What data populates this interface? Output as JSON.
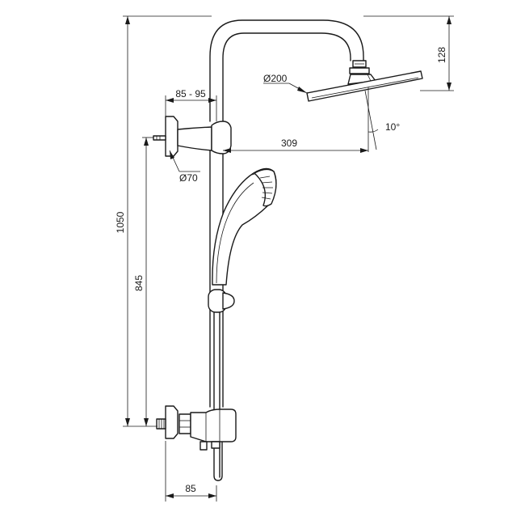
{
  "dimensions": {
    "total_height": "1050",
    "inlet_height": "845",
    "arm_height": "128",
    "head_diameter": "Ø200",
    "tilt_angle": "10°",
    "arm_reach": "309",
    "bracket_offset": "85 - 95",
    "bracket_diameter": "Ø70",
    "mixer_offset": "85"
  }
}
